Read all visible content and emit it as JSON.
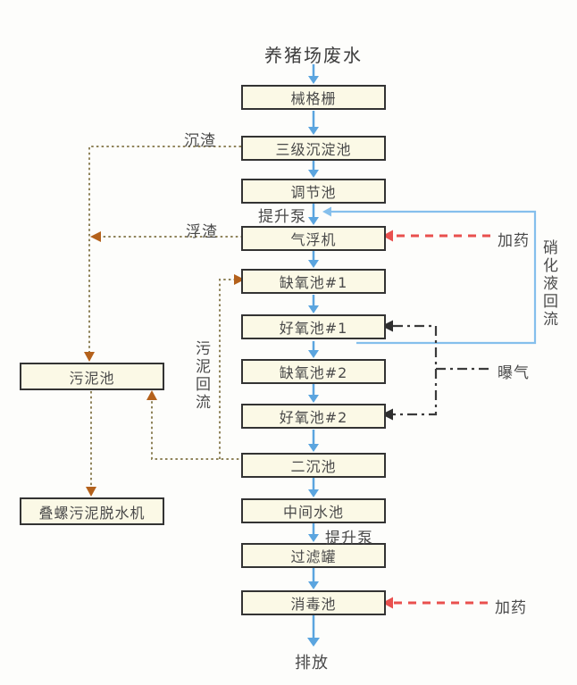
{
  "title": "养猪场废水",
  "main_flow_nodes": [
    {
      "label": "械格栅"
    },
    {
      "label": "三级沉淀池"
    },
    {
      "label": "调节池"
    },
    {
      "label": "气浮机"
    },
    {
      "label": "缺氧池#1"
    },
    {
      "label": "好氧池#1"
    },
    {
      "label": "缺氧池#2"
    },
    {
      "label": "好氧池#2"
    },
    {
      "label": "二沉池"
    },
    {
      "label": "中间水池"
    },
    {
      "label": "过滤罐"
    },
    {
      "label": "消毒池"
    }
  ],
  "side_nodes": [
    {
      "label": "污泥池"
    },
    {
      "label": "叠螺污泥脱水机"
    }
  ],
  "labels": {
    "lift_pump_1": "提升泵",
    "lift_pump_2": "提升泵",
    "settled_residue": "沉渣",
    "floating_scum": "浮渣",
    "sludge_return": "污泥回流",
    "nitrified_liquor_return": "硝化液回流",
    "aeration": "曝气",
    "dosing_top": "加药",
    "dosing_bottom": "加药",
    "discharge": "排放"
  },
  "edges": [
    {
      "from": "养猪场废水",
      "to": "械格栅",
      "style": "blue-solid-arrow"
    },
    {
      "from": "械格栅",
      "to": "三级沉淀池",
      "style": "blue-solid-arrow"
    },
    {
      "from": "三级沉淀池",
      "to": "调节池",
      "style": "blue-solid-arrow"
    },
    {
      "from": "调节池",
      "to": "气浮机",
      "style": "blue-solid-arrow",
      "label": "提升泵"
    },
    {
      "from": "气浮机",
      "to": "缺氧池#1",
      "style": "blue-solid-arrow"
    },
    {
      "from": "缺氧池#1",
      "to": "好氧池#1",
      "style": "blue-solid-arrow"
    },
    {
      "from": "好氧池#1",
      "to": "缺氧池#2",
      "style": "blue-solid-arrow"
    },
    {
      "from": "缺氧池#2",
      "to": "好氧池#2",
      "style": "blue-solid-arrow"
    },
    {
      "from": "好氧池#2",
      "to": "二沉池",
      "style": "blue-solid-arrow"
    },
    {
      "from": "二沉池",
      "to": "中间水池",
      "style": "blue-solid-arrow"
    },
    {
      "from": "中间水池",
      "to": "过滤罐",
      "style": "blue-solid-arrow",
      "label": "提升泵"
    },
    {
      "from": "过滤罐",
      "to": "消毒池",
      "style": "blue-solid-arrow"
    },
    {
      "from": "消毒池",
      "to": "排放",
      "style": "blue-solid-arrow"
    },
    {
      "from": "好氧池#1",
      "to": "气浮机",
      "style": "blue-solid-arrow",
      "label": "硝化液回流"
    },
    {
      "from": "三级沉淀池",
      "to": "污泥池",
      "style": "olive-dotted-arrow",
      "label": "沉渣"
    },
    {
      "from": "气浮机",
      "to": "污泥池",
      "style": "olive-dotted-arrow",
      "label": "浮渣"
    },
    {
      "from": "二沉池",
      "to": "污泥池",
      "style": "olive-dotted-arrow",
      "label": "污泥回流"
    },
    {
      "from": "二沉池",
      "to": "缺氧池#1",
      "style": "olive-dotted-arrow",
      "label": "污泥回流"
    },
    {
      "from": "污泥池",
      "to": "叠螺污泥脱水机",
      "style": "olive-dotted-arrow"
    },
    {
      "from": "加药",
      "to": "气浮机",
      "style": "red-dashed-arrow"
    },
    {
      "from": "加药",
      "to": "消毒池",
      "style": "red-dashed-arrow"
    },
    {
      "from": "曝气",
      "to": "好氧池#1",
      "style": "black-dash-dot-arrow"
    },
    {
      "from": "曝气",
      "to": "好氧池#2",
      "style": "black-dash-dot-arrow"
    }
  ],
  "colors": {
    "flow_arrow_blue": "#5BA5DF",
    "reflux_line_blue": "#85BFEC",
    "dosing_red": "#E9504E",
    "aeration_black": "#3B3B3B",
    "sludge_dotted_olive": "#8F835A",
    "sludge_arrowhead_orange": "#B4611B",
    "node_fill": "#FBF9E6",
    "node_border": "#333333",
    "text": "#4A4A4A"
  }
}
